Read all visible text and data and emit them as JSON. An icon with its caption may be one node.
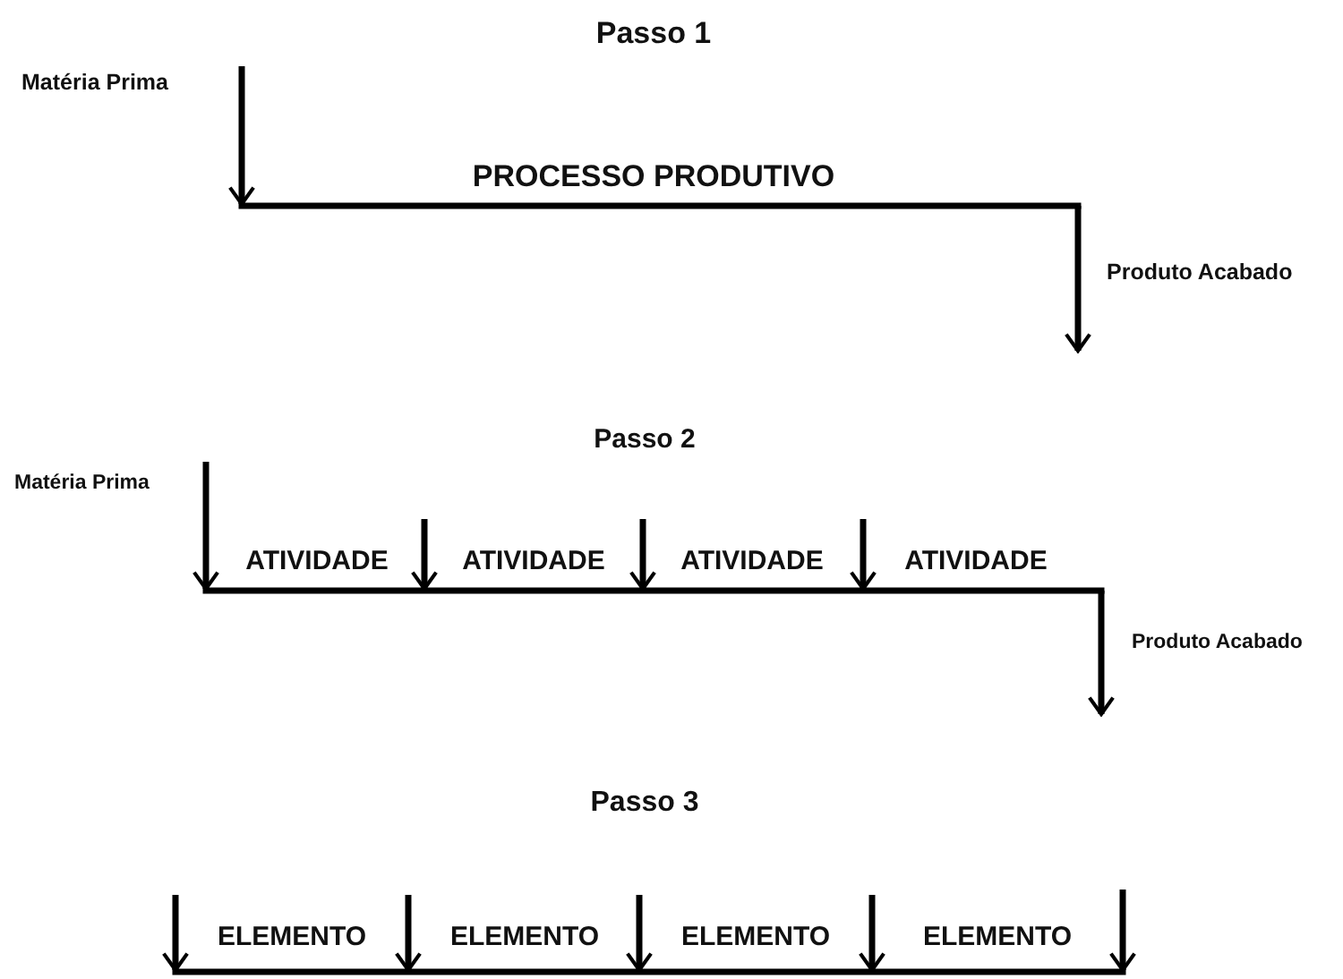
{
  "diagram": {
    "labels": [
      "Passo 1",
      "Matéria Prima",
      "PROCESSO PRODUTIVO",
      "Produto Acabado",
      "Passo 2",
      "Matéria Prima",
      "ATIVIDADE",
      "ATIVIDADE",
      "ATIVIDADE",
      "ATIVIDADE",
      "Produto Acabado",
      "Passo 3",
      "ELEMENTO",
      "ELEMENTO",
      "ELEMENTO",
      "ELEMENTO"
    ]
  }
}
